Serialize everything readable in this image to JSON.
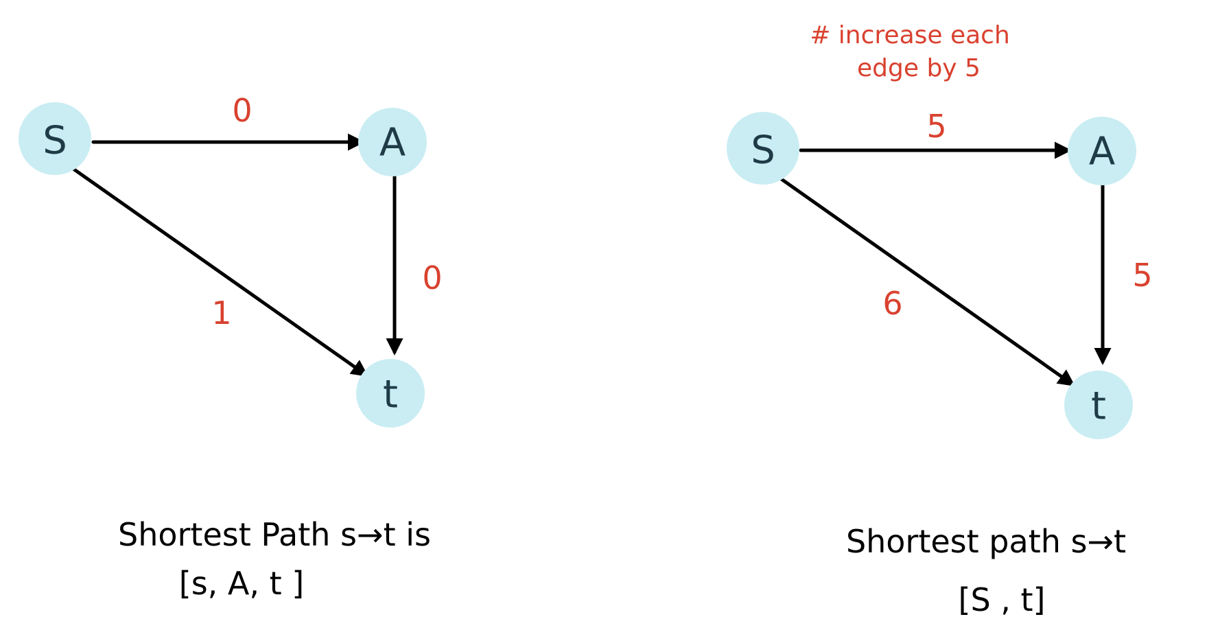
{
  "colors": {
    "node_fill": "#c9edf3",
    "node_text": "#1f3b47",
    "edge": "#000000",
    "weight": "#d9412f"
  },
  "left_graph": {
    "nodes": {
      "s": "S",
      "a": "A",
      "t": "t"
    },
    "edges": {
      "s_a": "0",
      "a_t": "0",
      "s_t": "1"
    },
    "caption_line1": "Shortest Path s→t is",
    "caption_line2": "[s, A, t ]"
  },
  "right_graph": {
    "annotation_line1": "# increase each",
    "annotation_line2": "edge by 5",
    "nodes": {
      "s": "S",
      "a": "A",
      "t": "t"
    },
    "edges": {
      "s_a": "5",
      "a_t": "5",
      "s_t": "6"
    },
    "caption_line1": "Shortest path s→t",
    "caption_line2": "[S , t]"
  }
}
